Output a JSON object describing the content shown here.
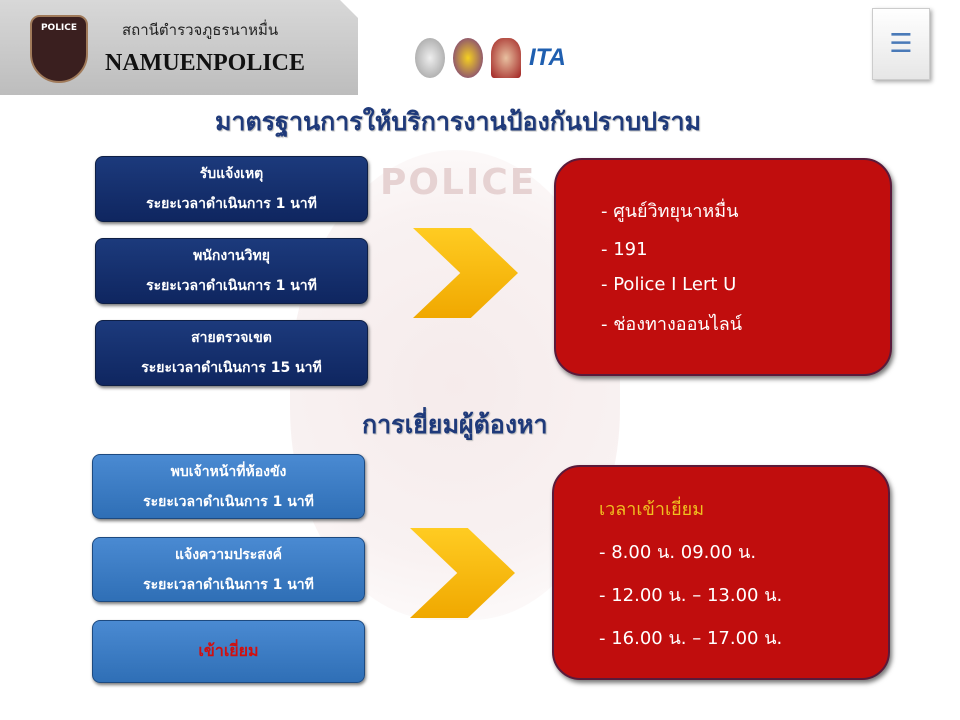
{
  "header": {
    "thai_name": "สถานีตำรวจภูธรนาหมื่น",
    "english_name": "NAMUENPOLICE",
    "badge_text": "POLICE"
  },
  "logos": {
    "itax": "ITA"
  },
  "watermark": "POLICE",
  "section1": {
    "title": "มาตรฐานการให้บริการงานป้องกันปราบปราม",
    "buttons": [
      {
        "label": "รับแจ้งเหตุ",
        "time": "ระยะเวลาดำเนินการ 1 นาที"
      },
      {
        "label": "พนักงานวิทยุ",
        "time": "ระยะเวลาดำเนินการ 1 นาที"
      },
      {
        "label": "สายตรวจเขต",
        "time": "ระยะเวลาดำเนินการ 15 นาที"
      }
    ],
    "channels": [
      "-  ศูนย์วิทยุนาหมื่น",
      "- 191",
      "- Police I Lert U",
      "- ช่องทางออนไลน์"
    ]
  },
  "section2": {
    "title": "การเยี่ยมผู้ต้องหา",
    "buttons": [
      {
        "label": "พบเจ้าหน้าที่ห้องขัง",
        "time": "ระยะเวลาดำเนินการ 1 นาที"
      },
      {
        "label": "แจ้งความประสงค์",
        "time": "ระยะเวลาดำเนินการ 1 นาที"
      },
      {
        "label": "เข้าเยี่ยม"
      }
    ],
    "visit_heading": "เวลาเข้าเยี่ยม",
    "visit_times": [
      "- 8.00 น. 09.00 น.",
      "- 12.00 น. – 13.00 น.",
      "- 16.00 น. – 17.00 น."
    ]
  }
}
